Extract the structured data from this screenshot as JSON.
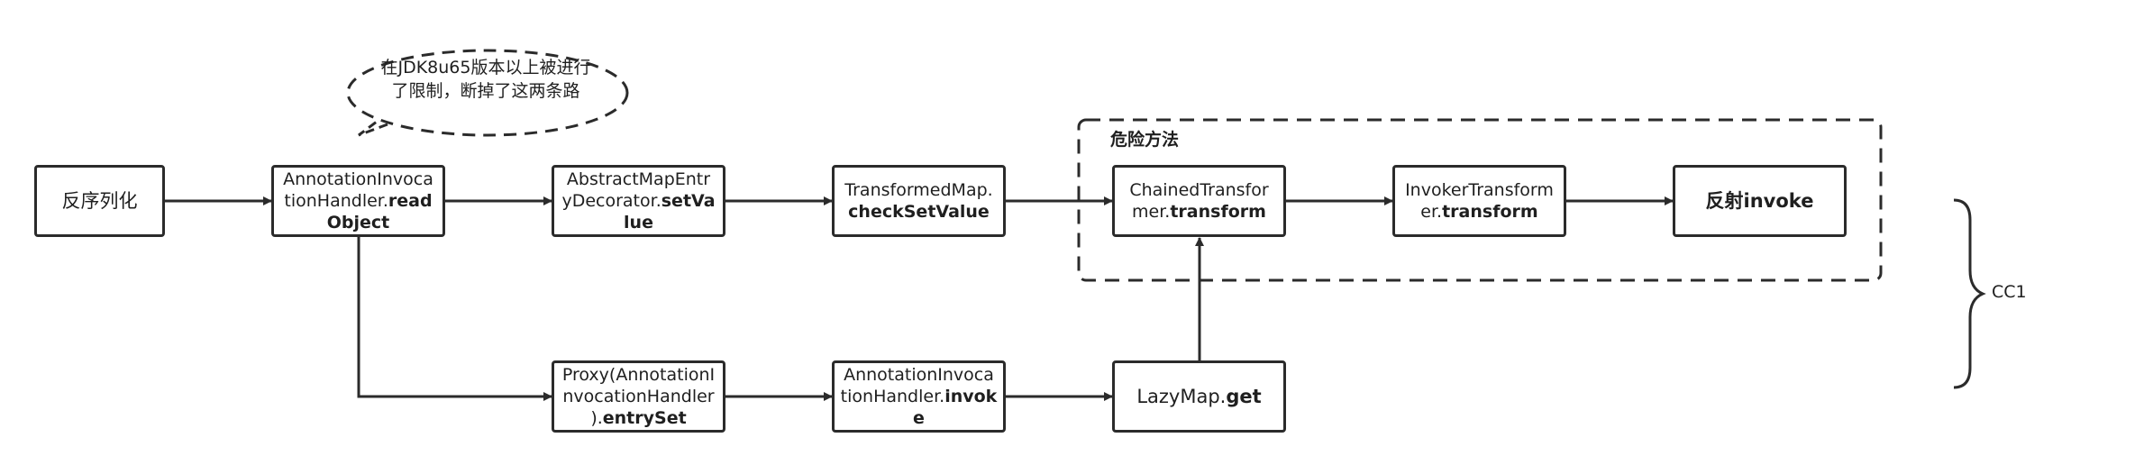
{
  "bubble": {
    "line1": "在JDK8u65版本以上被进行",
    "line2": "了限制，断掉了这两条路"
  },
  "group": {
    "label": "危险方法"
  },
  "brace": {
    "label": "CC1"
  },
  "nodes": {
    "deserialize": {
      "line1": "反序列化"
    },
    "aih_readobject": {
      "line1": "AnnotationInvoca",
      "line2_pre": "tionHandler.",
      "line2_bold": "read",
      "line3_bold": "Object"
    },
    "amed_setvalue": {
      "line1": "AbstractMapEntr",
      "line2_pre": "yDecorator.",
      "line2_bold": "setVa",
      "line3_bold": "lue"
    },
    "tm_checksetvalue": {
      "line1": "TransformedMap.",
      "line2_bold": "checkSetValue"
    },
    "ct_transform": {
      "line1": "ChainedTransfor",
      "line2_pre": "mer.",
      "line2_bold": "transform"
    },
    "it_transform": {
      "line1": "InvokerTransform",
      "line2_pre": "er.",
      "line2_bold": "transform"
    },
    "reflect_invoke": {
      "line1_bold": "反射invoke"
    },
    "proxy_entryset": {
      "line1": "Proxy(AnnotationI",
      "line2": "nvocationHandler",
      "line3_pre": ").",
      "line3_bold": "entrySet"
    },
    "aih_invoke": {
      "line1": "AnnotationInvoca",
      "line2_pre": "tionHandler.",
      "line2_bold": "invok",
      "line3_bold": "e"
    },
    "lazymap_get": {
      "line1_pre": "LazyMap.",
      "line1_bold": "get"
    }
  }
}
